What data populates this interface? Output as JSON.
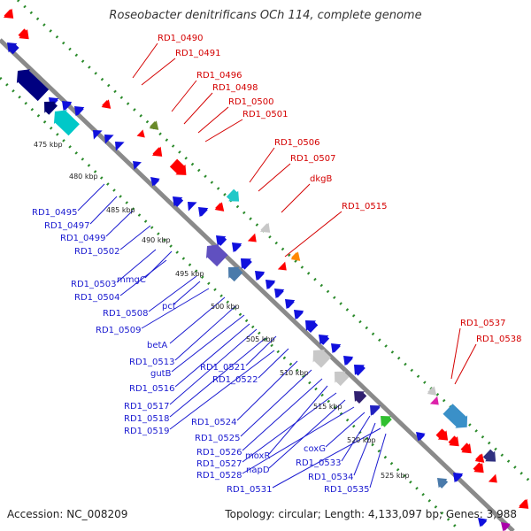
{
  "title": "Roseobacter denitrificans OCh 114, complete genome",
  "accession": "Accession: NC_008209",
  "summary": "Topology: circular; Length: 4,133,097 bp; Genes: 3,988",
  "colors": {
    "backbone": "#8a8a8a",
    "forward_strand_label": "#d40000",
    "reverse_strand_label": "#1a1ad0",
    "forward_gene": "#ff0000",
    "reverse_gene": "#0000ee",
    "gc_skew_dots": "#2a8a2a"
  },
  "scale_labels": [
    "475 kbp",
    "480 kbp",
    "485 kbp",
    "490 kbp",
    "495 kbp",
    "500 kbp",
    "505 kbp",
    "510 kbp",
    "515 kbp",
    "520 kbp",
    "525 kbp"
  ],
  "forward_labels": [
    "RD1_0490",
    "RD1_0491",
    "RD1_0496",
    "RD1_0498",
    "RD1_0500",
    "RD1_0501",
    "RD1_0506",
    "RD1_0507",
    "dkgB",
    "RD1_0515",
    "RD1_0537",
    "RD1_0538"
  ],
  "reverse_labels": [
    "RD1_0495",
    "RD1_0497",
    "RD1_0499",
    "RD1_0502",
    "RD1_0503",
    "RD1_0504",
    "mmgC",
    "RD1_0508",
    "pct",
    "RD1_0509",
    "betA",
    "RD1_0513",
    "gutB",
    "RD1_0516",
    "RD1_0521",
    "RD1_0522",
    "RD1_0517",
    "RD1_0518",
    "RD1_0519",
    "RD1_0524",
    "RD1_0525",
    "RD1_0526",
    "moxR",
    "RD1_0527",
    "napD",
    "RD1_0528",
    "coxG",
    "RD1_0533",
    "RD1_0534",
    "RD1_0531",
    "RD1_0535"
  ]
}
